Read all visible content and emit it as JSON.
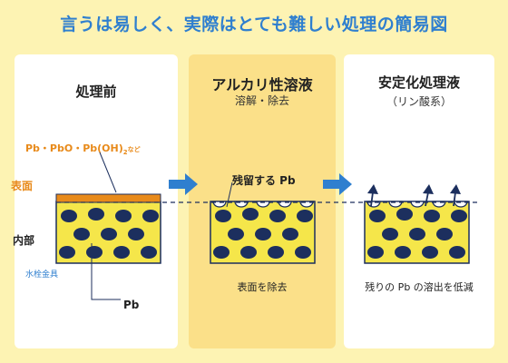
{
  "title": "言うは易しく、実際はとても難しい処理の簡易図",
  "panel1": {
    "title": "処理前",
    "formula": "Pb・PbO・Pb(OH)",
    "formula_sub": "2",
    "formula_suffix": "など",
    "surface_label": "表面",
    "inner_label": "内部",
    "material_label": "水栓金具",
    "pb_label": "Pb"
  },
  "panel2": {
    "title": "アルカリ性溶液",
    "subtitle": "溶解・除去",
    "residual_label": "残留する Pb",
    "caption": "表面を除去"
  },
  "panel3": {
    "title": "安定化処理液",
    "subtitle": "（リン酸系）",
    "caption": "残りの Pb の溶出を低減"
  },
  "colors": {
    "background": "#fdf3b3",
    "accent_blue": "#2f7fcf",
    "surface_orange": "#e88a1a",
    "metal_yellow": "#f5e64a",
    "lead_navy": "#1c2f5e"
  },
  "icons": [
    "right-arrow-icon",
    "up-arrow-icon"
  ]
}
